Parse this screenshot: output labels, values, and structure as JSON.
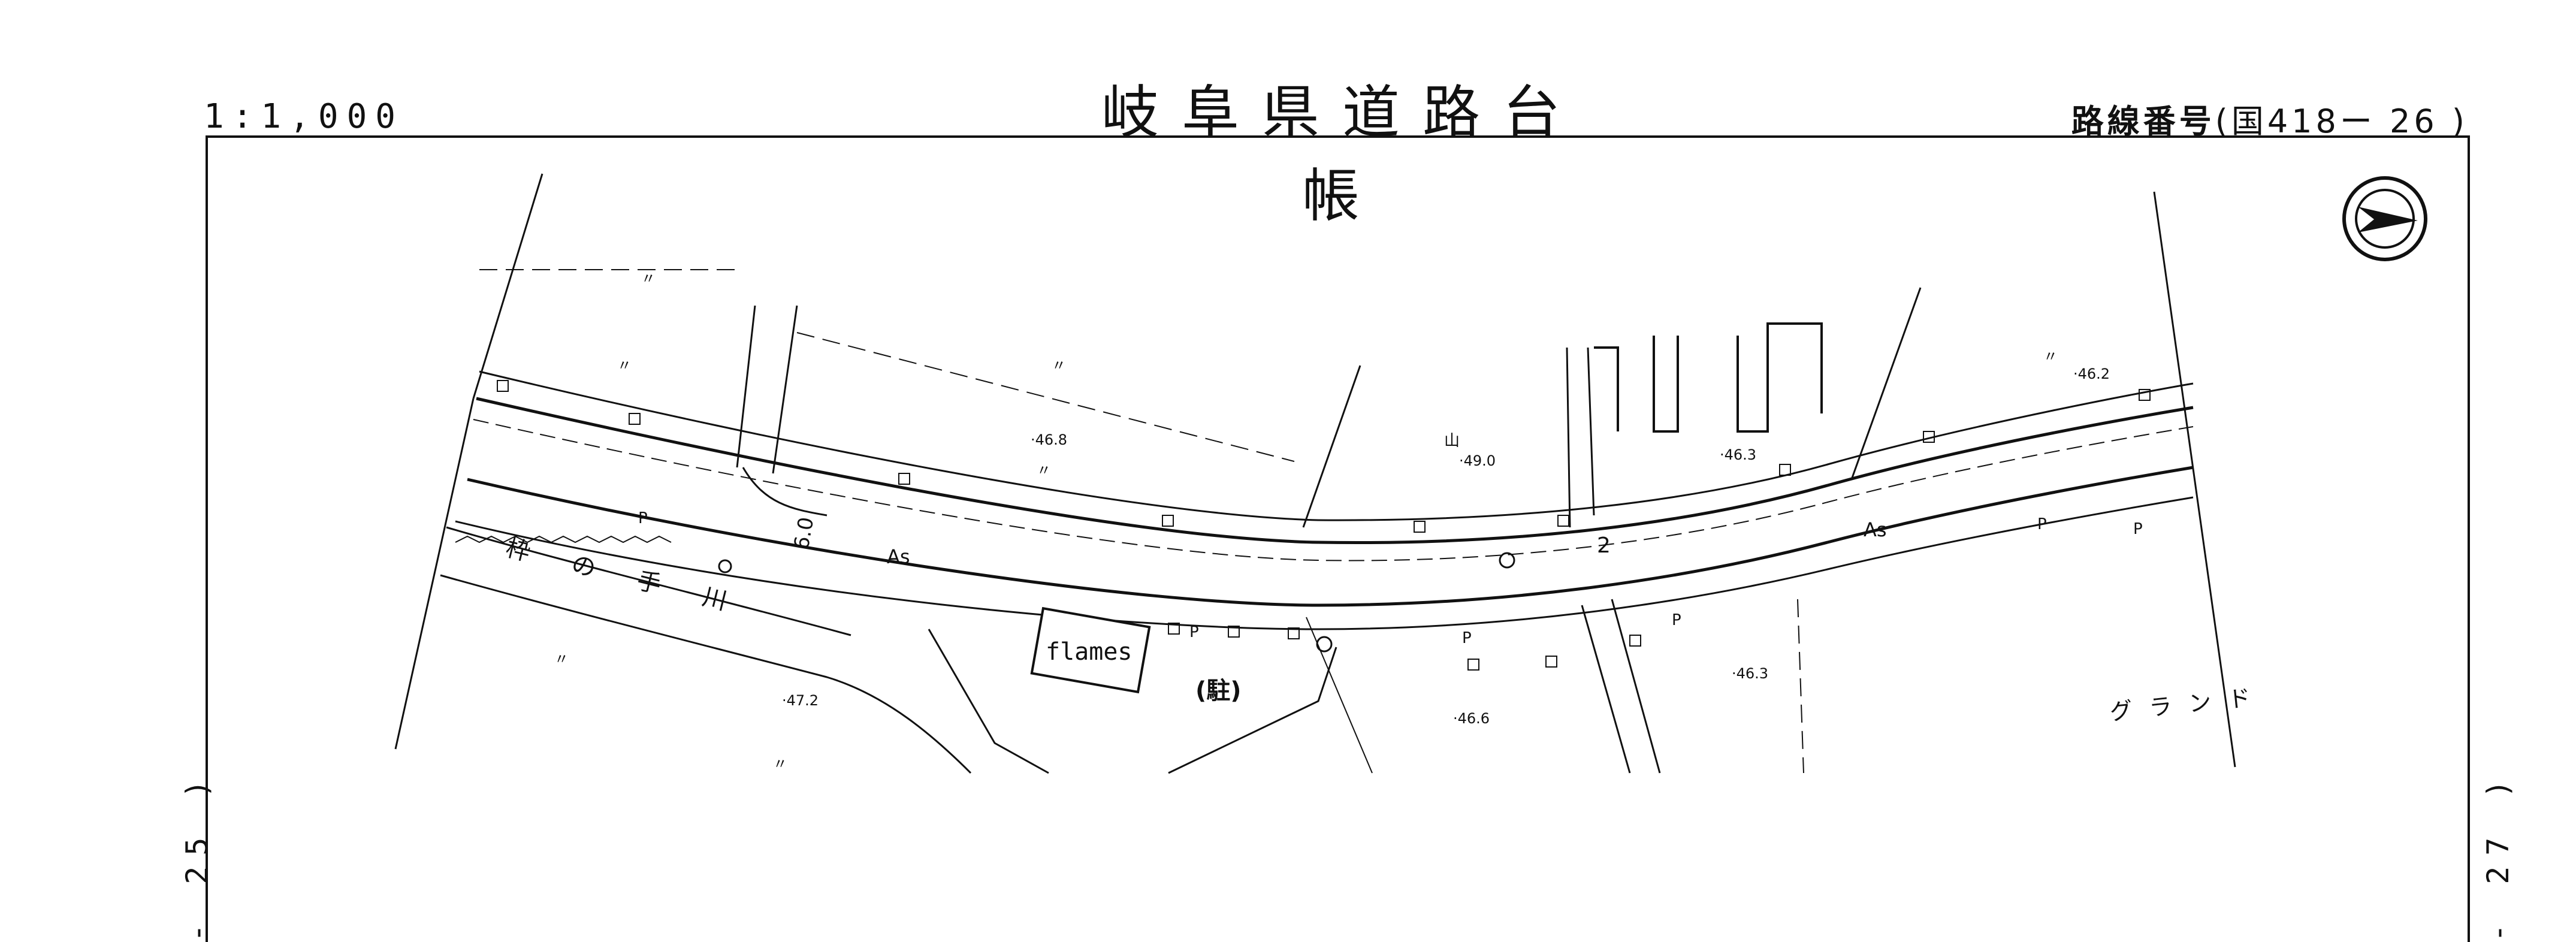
{
  "header": {
    "scale": "1:1,000",
    "title": "岐阜県道路台帳",
    "route_label": "路線番号",
    "route_number": "(国418ー  26 )"
  },
  "margins": {
    "prev_sheet": "- 25 )",
    "next_sheet": "- 27 )"
  },
  "map": {
    "business_label": "flames",
    "parking_label": "(駐)",
    "ground_label": "グ ラ ン ド",
    "river_label": "枠 の 手 川",
    "pavement_labels": [
      "As",
      "As"
    ],
    "sidewalk_labels": [
      "P",
      "P",
      "P",
      "P",
      "P",
      "P"
    ],
    "elevations": [
      "·46.8",
      "·49.0",
      "·46.3",
      "·46.2",
      "·46.6",
      "·46.3",
      "·47.2"
    ],
    "landuse_labels": [
      "山",
      "〃",
      "〃",
      "〃",
      "〃",
      "〃",
      "〃",
      "〃"
    ],
    "rotated_label": "6.0",
    "junction_number": "2",
    "compass": "north-arrow-icon"
  }
}
